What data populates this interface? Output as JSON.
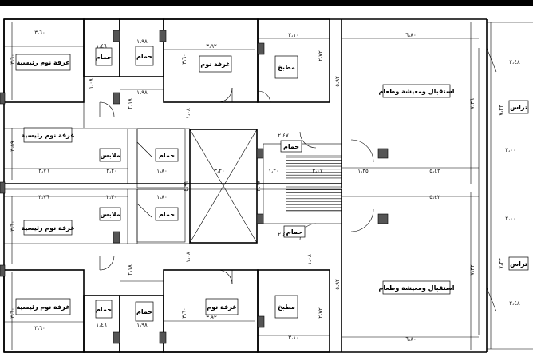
{
  "rooms": {
    "master_bed_top": "غرفة نوم رئيسية",
    "bath_top_a": "حمام",
    "bath_top_b": "حمام",
    "bed_top": "غرفة نوم",
    "kitchen_top": "مطبخ",
    "living_top": "استقبال ومعيشة وطعام",
    "terrace_top": "تراس",
    "bed_mid_top": "غرفة نوم رئيسية",
    "dress_top": "ملابس",
    "bath_mid_top": "حمام",
    "stair_bath_top": "حمام",
    "bed_mid_bot": "غرفة نوم رئيسية",
    "dress_bot": "ملابس",
    "bath_mid_bot": "حمام",
    "stair_bath_bot": "حمام",
    "master_bed_bot": "غرفة نوم رئيسية",
    "bath_bot_a": "حمام",
    "bath_bot_b": "حمام",
    "bed_bot": "غرفة نوم",
    "kitchen_bot": "مطبخ",
    "living_bot": "استقبال ومعيشة وطعام",
    "terrace_bot": "تراس"
  },
  "dims": {
    "d_360_a": "٣،٦٠",
    "d_146_a": "١،٤٦",
    "d_198_a": "١،٩٨",
    "d_392_a": "٣،٩٢",
    "d_310_a": "٣،١٠",
    "d_680_a": "٦،٨٠",
    "d_360_v1": "٣،٦٠",
    "d_360_v2": "٣،٦٠",
    "d_272_a": "٢،٧٢",
    "d_248_a": "٢،٤٨",
    "d_108_a": "١،٠٨",
    "d_198_b": "١،٩٨",
    "d_218_a": "٢،١٨",
    "d_592_a": "٥،٩٢",
    "d_736_a": "٧،٣٦",
    "d_733_a": "٧،٣٣",
    "d_108_b": "١،٠٨",
    "d_359": "٣،٥٩",
    "d_376_a": "٣،٧٦",
    "d_220_a": "٢،٢٠",
    "d_180_a": "١،٨٠",
    "d_320": "٣،٢٠",
    "d_247_a": "٢،٤٧",
    "d_120": "١،٢٠",
    "d_307": "٣،٠٧",
    "d_135": "١،٣٥",
    "d_542_a": "٥،٤٢",
    "d_200_a": "٢،٠٠",
    "d_491": "٤،٩١",
    "d_267": "٢،٦٧",
    "d_376_b": "٣،٧٦",
    "d_220_b": "٢،٢٠",
    "d_180_b": "١،٨٠",
    "d_542_b": "٥،٤٢",
    "d_200_b": "٢،٠٠",
    "d_247_b": "٢،٤٧",
    "d_360_v3": "٣،٦٠",
    "d_108_c": "١،٠٨",
    "d_218_b": "٢،١٨",
    "d_108_d": "١،٠٨",
    "d_592_b": "٥،٩٢",
    "d_733_b": "٧،٣٣",
    "d_732": "٧،٣٢",
    "d_360_v4": "٣،٦٠",
    "d_360_v5": "٣،٦٠",
    "d_272_b": "٢،٧٢",
    "d_248_b": "٢،٤٨",
    "d_360_b": "٣،٦٠",
    "d_146_b": "١،٤٦",
    "d_198_c": "١،٩٨",
    "d_392_b": "٣،٩٢",
    "d_310_b": "٣،١٠",
    "d_680_b": "٦،٨٠"
  }
}
